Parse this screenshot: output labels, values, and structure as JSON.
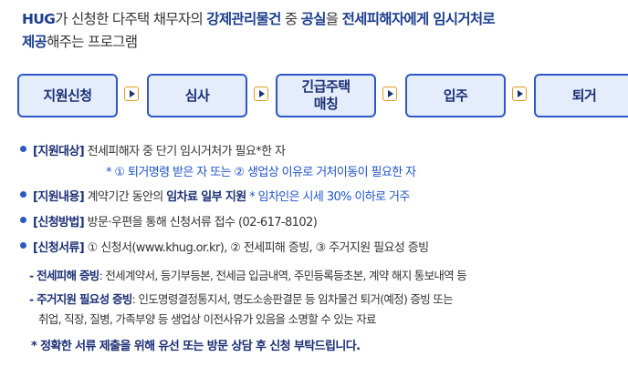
{
  "intro": {
    "p1": "HUG",
    "p2": "가 신청한 다주택 채무자의 ",
    "p3": "강제관리물건",
    "p4": " 중 ",
    "p5": "공실",
    "p6": "을 ",
    "p7": "전세피해자에게 임시거처로",
    "p8": "제공",
    "p9": "해주는 프로그램"
  },
  "flow": {
    "steps": [
      {
        "line1": "지원신청",
        "line2": ""
      },
      {
        "line1": "심사",
        "line2": ""
      },
      {
        "line1": "긴급주택",
        "line2": "매칭"
      },
      {
        "line1": "입주",
        "line2": ""
      },
      {
        "line1": "퇴거",
        "line2": ""
      }
    ],
    "colors": {
      "border": "#2d58c4",
      "fill": "#e5ecfb",
      "arrow_border": "#e39a1c",
      "text": "#1b2f74"
    }
  },
  "details": {
    "target": {
      "label": "[지원대상]",
      "text": " 전세피해자 중 단기 임시거처가 필요*한 자",
      "note": "* ① 퇴거명령 받은 자 또는 ② 생업상 이유로 거처이동이 필요한 자"
    },
    "content": {
      "label": "[지원내용]",
      "text": " 계약기간 동안의 ",
      "strong": "임차료 일부 지원",
      "note": " * 임차인은 시세 30% 이하로 거주"
    },
    "method": {
      "label": "[신청방법]",
      "text": " 방문·우편을 통해 신청서류 접수 (02-617-8102)"
    },
    "documents": {
      "label": "[신청서류]",
      "text": " ① 신청서(www.khug.or.kr), ② 전세피해 증빙, ③ 주거지원 필요성 증빙",
      "sub1_label": "- 전세피해 증빙",
      "sub1_text": ": 전세계약서, 등기부등본, 전세금 입금내역, 주민등록등초본, 계약 해지 통보내역 등",
      "sub2_label": "- 주거지원 필요성 증빙",
      "sub2_text": ": 인도명령결정통지서, 명도소송판결문 등 임차물건 퇴거(예정) 증빙 또는",
      "sub2_cont": "취업, 직장, 질병, 가족부양 등 생업상 이전사유가 있음을 소명할 수 있는 자료"
    },
    "final_note": "* 정확한 서류 제출을 위해 유선 또는 방문 상담 후 신청 부탁드립니다."
  }
}
